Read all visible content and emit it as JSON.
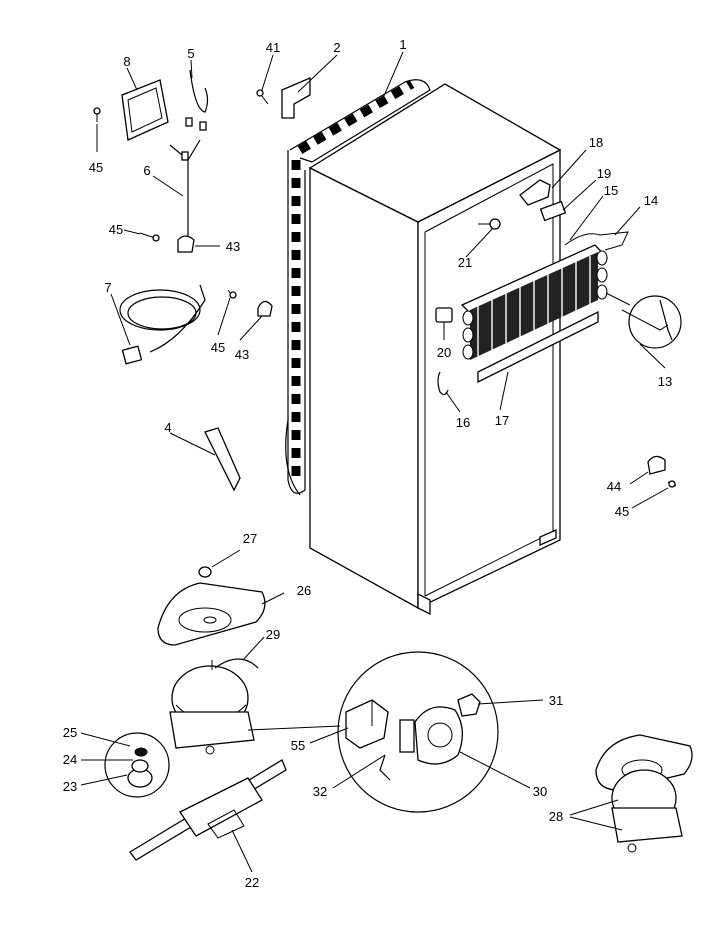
{
  "callouts": {
    "c1": "1",
    "c2": "2",
    "c4": "4",
    "c5": "5",
    "c6": "6",
    "c7": "7",
    "c8": "8",
    "c13": "13",
    "c14": "14",
    "c15": "15",
    "c16": "16",
    "c17": "17",
    "c18": "18",
    "c19": "19",
    "c20": "20",
    "c21": "21",
    "c22": "22",
    "c23": "23",
    "c24": "24",
    "c25": "25",
    "c26": "26",
    "c27": "27",
    "c28": "28",
    "c29": "29",
    "c30": "30",
    "c31": "31",
    "c32": "32",
    "c41": "41",
    "c43a": "43",
    "c43b": "43",
    "c44": "44",
    "c45a": "45",
    "c45b": "45",
    "c45c": "45",
    "c45d": "45",
    "c55": "55"
  }
}
